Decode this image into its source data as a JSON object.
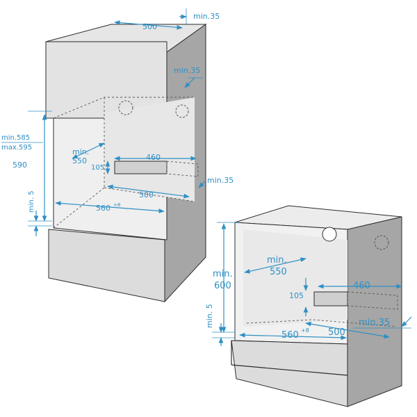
{
  "colors": {
    "dimension": "#2f8fc4",
    "cabinet_side": "#a5a5a5",
    "cabinet_front": "#d9d9d9",
    "cabinet_inner": "#ededed",
    "edge": "#2b2b2b"
  },
  "left_diagram": {
    "top_width": "500",
    "top_gap": "min.35",
    "rear_gap_top": "min.35",
    "height_range_1": "min.585",
    "height_range_2": "max.595",
    "height": "590",
    "depth_1": "min.",
    "depth_2": "550",
    "cutout_width": "460",
    "cutout_height": "105",
    "inner_depth": "500",
    "side_gap": "min.35",
    "bottom_gap": "min. 5",
    "width_main": "560",
    "width_tol": "+8"
  },
  "right_diagram": {
    "height_1": "min.",
    "height_2": "600",
    "depth_1": "min.",
    "depth_2": "550",
    "cutout_width": "460",
    "cutout_height": "105",
    "bottom_gap": "min. 5",
    "width_main": "560",
    "width_tol": "+8",
    "inner_depth": "500",
    "side_gap": "min.35"
  }
}
